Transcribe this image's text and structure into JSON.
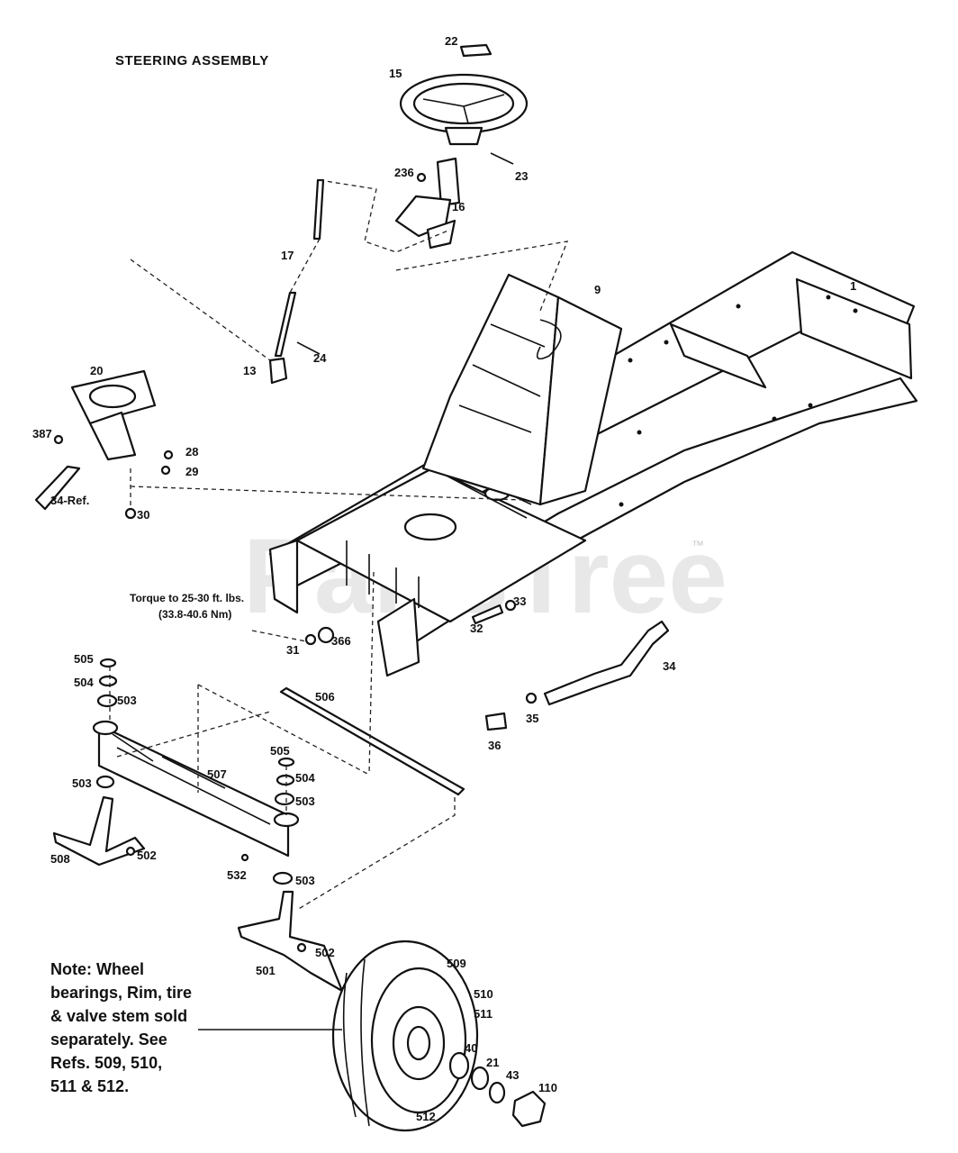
{
  "title": "STEERING ASSEMBLY",
  "watermark": "PartsTree",
  "watermark_tm": "™",
  "torque_note": [
    "Torque to 25-30 ft. lbs.",
    "(33.8-40.6 Nm)"
  ],
  "note_lines": [
    "Note: Wheel",
    "bearings, Rim, tire",
    "& valve stem sold",
    "separately. See",
    "Refs. 509, 510,",
    "511 & 512."
  ],
  "labels": {
    "p22": "22",
    "p15": "15",
    "p23": "23",
    "p236": "236",
    "p16": "16",
    "p17": "17",
    "p9": "9",
    "p1": "1",
    "p24": "24",
    "p13": "13",
    "p20": "20",
    "p387": "387",
    "p28": "28",
    "p29": "29",
    "p34ref": "34-Ref.",
    "p30": "30",
    "p33": "33",
    "p32": "32",
    "p31": "31",
    "p366": "366",
    "p34": "34",
    "p35": "35",
    "p36": "36",
    "p505a": "505",
    "p504a": "504",
    "p503a": "503",
    "p506": "506",
    "p503b": "503",
    "p507": "507",
    "p505b": "505",
    "p504b": "504",
    "p503c": "503",
    "p508": "508",
    "p502a": "502",
    "p532": "532",
    "p503d": "503",
    "p502b": "502",
    "p501": "501",
    "p509": "509",
    "p510": "510",
    "p511": "511",
    "p40": "40",
    "p21": "21",
    "p43": "43",
    "p110": "110",
    "p512": "512"
  }
}
